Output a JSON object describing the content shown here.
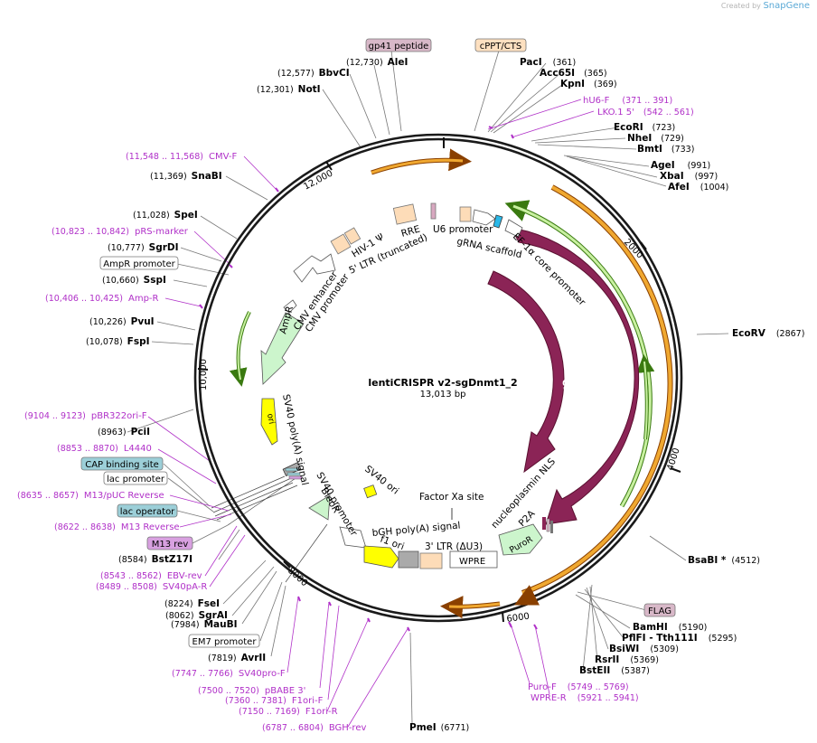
{
  "credit": {
    "prefix": "Created by",
    "brand": "SnapGene"
  },
  "plasmid": {
    "name": "lentiCRISPR v2-sgDnmt1_2",
    "size": "13,013 bp"
  },
  "ticks": [
    "2000",
    "4000",
    "6000",
    "8000",
    "10,000",
    "12,000"
  ],
  "enzymes": [
    {
      "name": "AleI",
      "pos": "(12,730)"
    },
    {
      "name": "BbvCI",
      "pos": "(12,577)"
    },
    {
      "name": "NotI",
      "pos": "(12,301)"
    },
    {
      "name": "SnaBI",
      "pos": "(11,369)"
    },
    {
      "name": "SpeI",
      "pos": "(11,028)"
    },
    {
      "name": "SgrDI",
      "pos": "(10,777)"
    },
    {
      "name": "SspI",
      "pos": "(10,660)"
    },
    {
      "name": "PvuI",
      "pos": "(10,226)"
    },
    {
      "name": "FspI",
      "pos": "(10,078)"
    },
    {
      "name": "PciI",
      "pos": "(8963)"
    },
    {
      "name": "BstZ17I",
      "pos": "(8584)"
    },
    {
      "name": "FseI",
      "pos": "(8224)"
    },
    {
      "name": "SgrAI",
      "pos": "(8062)"
    },
    {
      "name": "MauBI",
      "pos": "(7984)"
    },
    {
      "name": "AvrII",
      "pos": "(7819)"
    },
    {
      "name": "PmeI",
      "pos": "(6771)"
    },
    {
      "name": "PacI",
      "pos": "(361)"
    },
    {
      "name": "Acc65I",
      "pos": "(365)"
    },
    {
      "name": "KpnI",
      "pos": "(369)"
    },
    {
      "name": "EcoRI",
      "pos": "(723)"
    },
    {
      "name": "NheI",
      "pos": "(729)"
    },
    {
      "name": "BmtI",
      "pos": "(733)"
    },
    {
      "name": "AgeI",
      "pos": "(991)"
    },
    {
      "name": "XbaI",
      "pos": "(997)"
    },
    {
      "name": "AfeI",
      "pos": "(1004)"
    },
    {
      "name": "EcoRV",
      "pos": "(2867)"
    },
    {
      "name": "BsaBI *",
      "pos": "(4512)"
    },
    {
      "name": "BamHI",
      "pos": "(5190)"
    },
    {
      "name": "PflFI - Tth111I",
      "pos": "(5295)"
    },
    {
      "name": "BsiWI",
      "pos": "(5309)"
    },
    {
      "name": "RsrII",
      "pos": "(5369)"
    },
    {
      "name": "BstEII",
      "pos": "(5387)"
    }
  ],
  "primers": [
    {
      "name": "CMV-F",
      "pos": "(11,548 .. 11,568)"
    },
    {
      "name": "pRS-marker",
      "pos": "(10,823 .. 10,842)"
    },
    {
      "name": "Amp-R",
      "pos": "(10,406 .. 10,425)"
    },
    {
      "name": "pBR322ori-F",
      "pos": "(9104 .. 9123)"
    },
    {
      "name": "L4440",
      "pos": "(8853 .. 8870)"
    },
    {
      "name": "M13/pUC Reverse",
      "pos": "(8635 .. 8657)"
    },
    {
      "name": "M13 Reverse",
      "pos": "(8622 .. 8638)"
    },
    {
      "name": "EBV-rev",
      "pos": "(8543 .. 8562)"
    },
    {
      "name": "SV40pA-R",
      "pos": "(8489 .. 8508)"
    },
    {
      "name": "SV40pro-F",
      "pos": "(7747 .. 7766)"
    },
    {
      "name": "pBABE 3'",
      "pos": "(7500 .. 7520)"
    },
    {
      "name": "F1ori-F",
      "pos": "(7360 .. 7381)"
    },
    {
      "name": "F1ori-R",
      "pos": "(7150 .. 7169)"
    },
    {
      "name": "BGH-rev",
      "pos": "(6787 .. 6804)"
    },
    {
      "name": "hU6-F",
      "pos": "(371 .. 391)"
    },
    {
      "name": "LKO.1 5'",
      "pos": "(542 .. 561)"
    },
    {
      "name": "Puro-F",
      "pos": "(5749 .. 5769)"
    },
    {
      "name": "WPRE-R",
      "pos": "(5921 .. 5941)"
    }
  ],
  "boxed_labels": [
    {
      "text": "gp41 peptide",
      "fill": "#d8b8c8"
    },
    {
      "text": "cPPT/CTS",
      "fill": "#fde0c0"
    },
    {
      "text": "AmpR promoter",
      "fill": "#ffffff"
    },
    {
      "text": "CAP binding site",
      "fill": "#9ccfd8"
    },
    {
      "text": "lac promoter",
      "fill": "#ffffff"
    },
    {
      "text": "lac operator",
      "fill": "#9ccfd8"
    },
    {
      "text": "M13 rev",
      "fill": "#d8a0e0"
    },
    {
      "text": "EM7 promoter",
      "fill": "#ffffff"
    },
    {
      "text": "FLAG",
      "fill": "#d8b8c8"
    }
  ],
  "features": [
    "HIV-1 Ψ",
    "RRE",
    "5' LTR (truncated)",
    "U6 promoter",
    "gRNA scaffold",
    "EF-1α core promoter",
    "Cas9",
    "Cas9",
    "nucleoplasmin NLS",
    "P2A",
    "PuroR",
    "WPRE",
    "3' LTR (ΔU3)",
    "Factor Xa site",
    "bGH poly(A) signal",
    "f1 ori",
    "SV40 ori",
    "SV40 promoter",
    "BleoR",
    "SV40 poly(A) signal",
    "ori",
    "AmpR",
    "CMV enhancer",
    "CMV promoter"
  ],
  "colors": {
    "cas9": "#8b2456",
    "ltr": "#fddcb8",
    "orange_arc": "#f0a830",
    "green_arc": "#5a9a20",
    "primer": "#b030c8",
    "ori": "#ffff00",
    "puro": "#ccf5cc"
  }
}
